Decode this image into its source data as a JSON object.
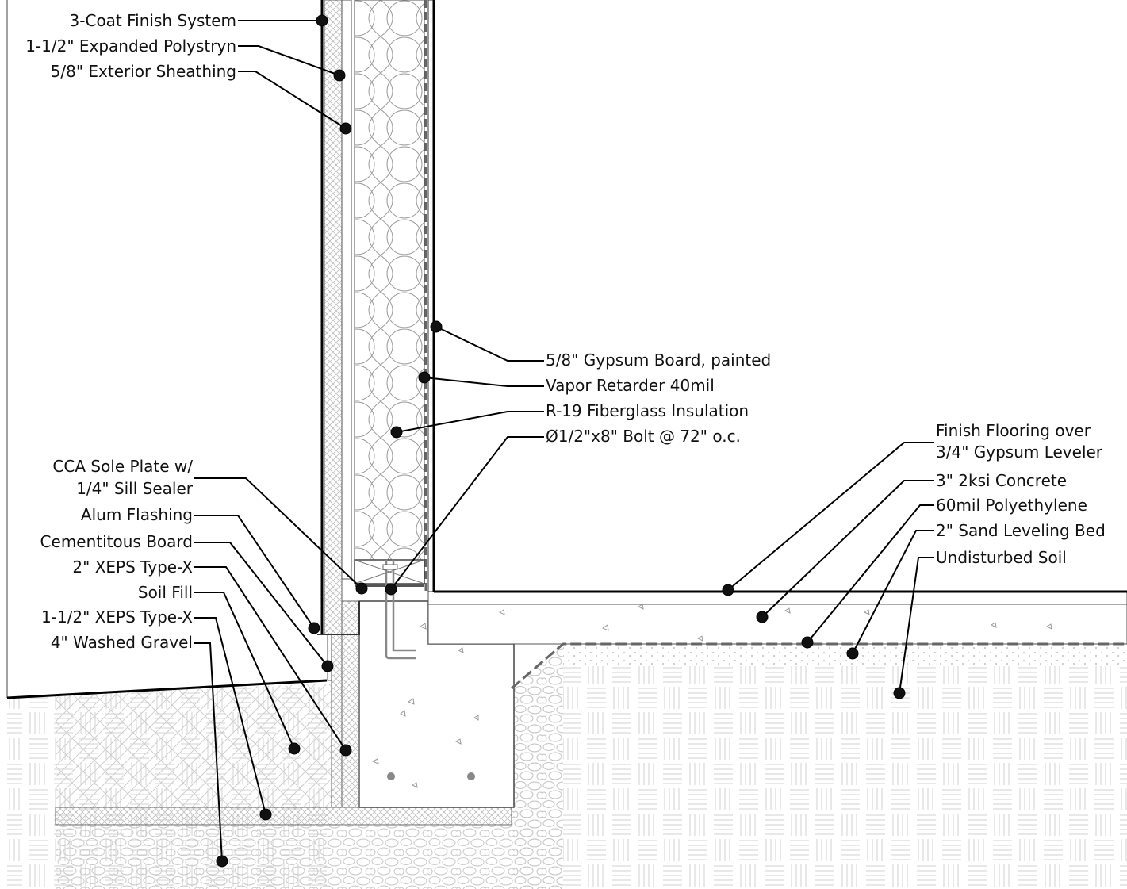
{
  "callouts": {
    "finish_system": "3-Coat Finish System",
    "expanded_polystyrene": "1-1/2\" Expanded Polystryn",
    "exterior_sheathing": "5/8\" Exterior Sheathing",
    "gypsum_board": "5/8\" Gypsum Board, painted",
    "vapor_retarder": "Vapor Retarder 40mil",
    "insulation": "R-19 Fiberglass Insulation",
    "bolt": "Ø1/2\"x8\" Bolt @ 72\" o.c.",
    "sole_plate_line1": "CCA Sole Plate w/",
    "sole_plate_line2": "1/4\" Sill Sealer",
    "alum_flashing": "Alum Flashing",
    "cementitous_board": "Cementitous Board",
    "xeps_2in": "2\" XEPS Type-X",
    "soil_fill": "Soil Fill",
    "xeps_1_5in": "1-1/2\" XEPS Type-X",
    "washed_gravel": "4\" Washed Gravel",
    "finish_flooring_line1": "Finish Flooring over",
    "finish_flooring_line2": "3/4\" Gypsum Leveler",
    "concrete": "3\" 2ksi Concrete",
    "polyethylene": "60mil Polyethylene",
    "sand_bed": "2\" Sand Leveling Bed",
    "undisturbed_soil": "Undisturbed Soil"
  }
}
